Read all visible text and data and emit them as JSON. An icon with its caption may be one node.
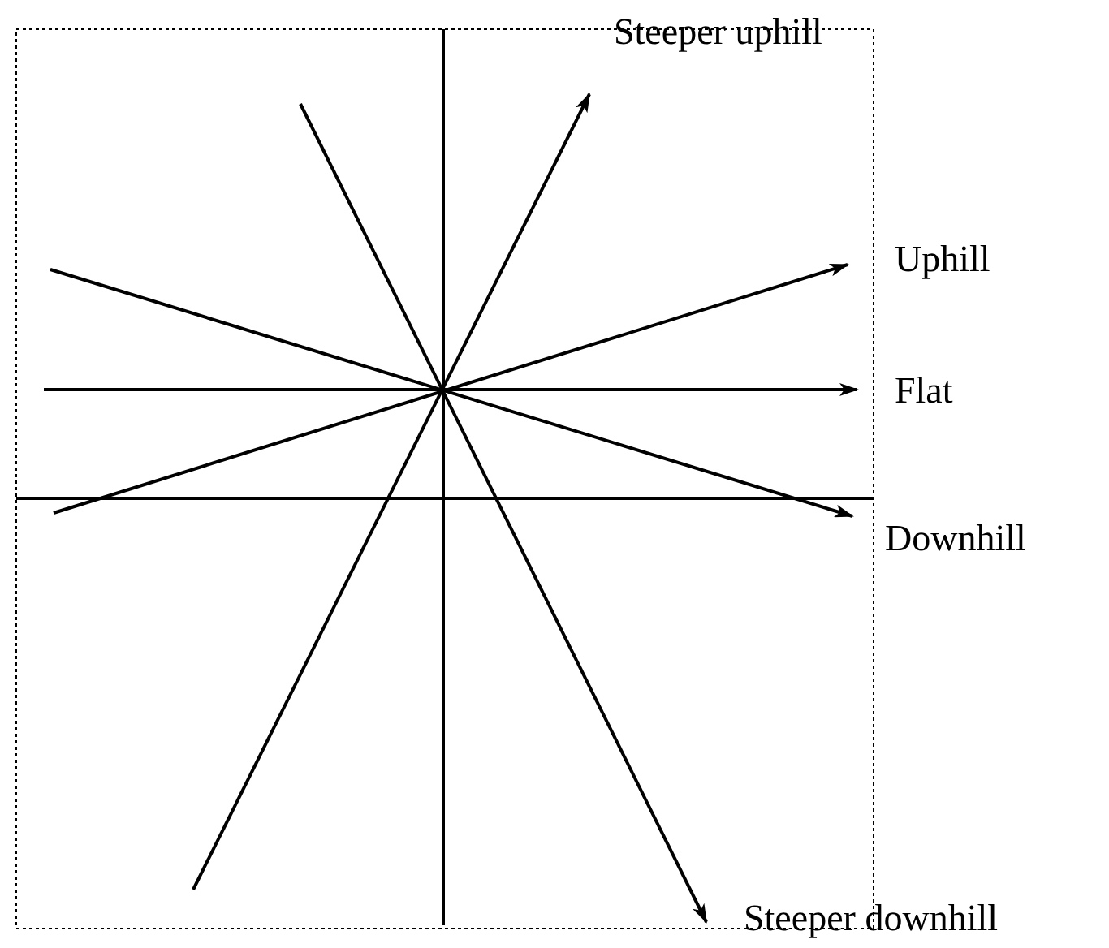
{
  "diagram": {
    "labels": [
      "Steeper uphill",
      "Uphill",
      "Flat",
      "Downhill",
      "Steeper downhill"
    ]
  }
}
